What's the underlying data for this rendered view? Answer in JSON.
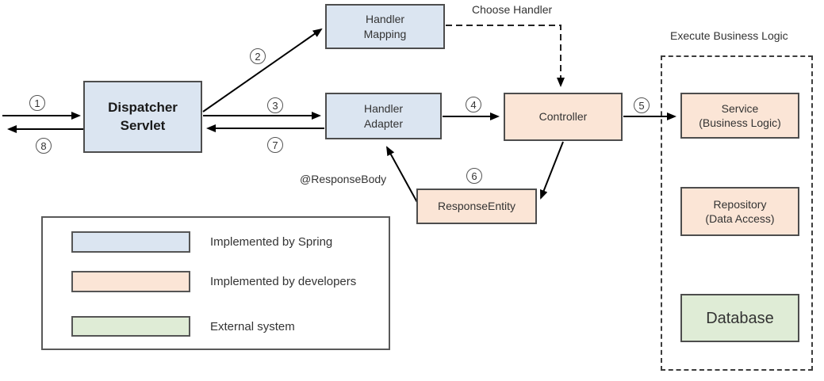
{
  "colors": {
    "spring_blue": "#dbe5f1",
    "developers_peach": "#fbe5d6",
    "external_green": "#dfecd6",
    "node_border": "#4d4d4d",
    "arrow": "#000000"
  },
  "nodes": {
    "dispatcher_servlet": {
      "line1": "Dispatcher",
      "line2": "Servlet"
    },
    "handler_mapping": {
      "line1": "Handler",
      "line2": "Mapping"
    },
    "handler_adapter": {
      "line1": "Handler",
      "line2": "Adapter"
    },
    "controller": {
      "label": "Controller"
    },
    "response_entity": {
      "label": "ResponseEntity"
    },
    "service": {
      "line1": "Service",
      "line2": "(Business Logic)"
    },
    "repository": {
      "line1": "Repository",
      "line2": "(Data Access)"
    },
    "database": {
      "label": "Database"
    }
  },
  "annotations": {
    "choose_handler": "Choose Handler",
    "response_body": "@ResponseBody",
    "execute_business_logic": "Execute Business Logic"
  },
  "steps": [
    "1",
    "2",
    "3",
    "4",
    "5",
    "6",
    "7",
    "8"
  ],
  "legend": {
    "items": [
      {
        "label": "Implemented by Spring",
        "color": "#dbe5f1"
      },
      {
        "label": "Implemented by developers",
        "color": "#fbe5d6"
      },
      {
        "label": "External system",
        "color": "#dfecd6"
      }
    ]
  }
}
